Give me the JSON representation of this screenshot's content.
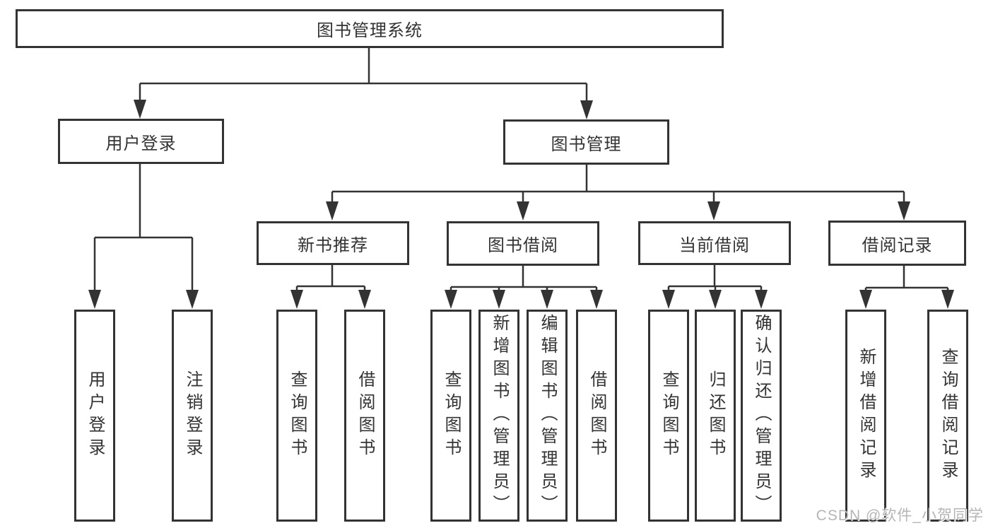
{
  "diagram": {
    "title": "图书管理系统",
    "nodes": {
      "root": "图书管理系统",
      "userLogin": "用户登录",
      "bookManagement": "图书管理",
      "newBookRecommend": "新书推荐",
      "bookBorrow": "图书借阅",
      "currentBorrow": "当前借阅",
      "borrowRecords": "借阅记录",
      "leafUserLogin": "用户登录",
      "leafLogout": "注销登录",
      "leafQueryBooks1": "查询图书",
      "leafBorrowBooks1": "借阅图书",
      "leafQueryBooks2": "查询图书",
      "leafAddBooksAdmin": "新增图书（管理员）",
      "leafEditBooksAdmin": "编辑图书（管理员）",
      "leafBorrowBooks2": "借阅图书",
      "leafQueryBooks3": "查询图书",
      "leafReturnBooks": "归还图书",
      "leafConfirmReturnAdmin": "确认归还（管理员）",
      "leafAddBorrowRecord": "新增借阅记录",
      "leafQueryBorrowRecord": "查询借阅记录"
    },
    "colors": {
      "line": "#333333",
      "text": "#333333",
      "box_background": "#ffffff",
      "watermark": "#b5b5b5"
    }
  },
  "watermark": "CSDN @软件_小贺同学"
}
